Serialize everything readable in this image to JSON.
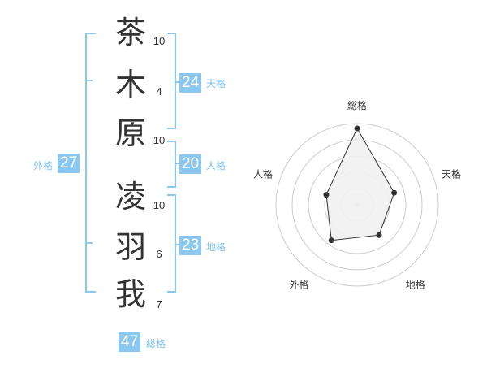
{
  "name": {
    "characters": [
      {
        "char": "茶",
        "strokes": "10"
      },
      {
        "char": "木",
        "strokes": "4"
      },
      {
        "char": "原",
        "strokes": "10"
      },
      {
        "char": "凌",
        "strokes": "10"
      },
      {
        "char": "羽",
        "strokes": "6"
      },
      {
        "char": "我",
        "strokes": "7"
      }
    ]
  },
  "kaku": {
    "tenkaku": {
      "value": "24",
      "label": "天格"
    },
    "jinkaku": {
      "value": "20",
      "label": "人格"
    },
    "chikaku": {
      "value": "23",
      "label": "地格"
    },
    "gaikaku": {
      "value": "27",
      "label": "外格"
    },
    "soukaku": {
      "value": "47",
      "label": "総格"
    }
  },
  "chart_data": {
    "type": "radar",
    "axes": [
      "総格",
      "天格",
      "地格",
      "外格",
      "人格"
    ],
    "values": [
      47,
      24,
      23,
      27,
      20
    ],
    "rings": 5,
    "colors": {
      "bracket": "#8ac8f2",
      "grid": "#cccccc",
      "fill": "#f1f1f1",
      "line": "#333333"
    }
  }
}
